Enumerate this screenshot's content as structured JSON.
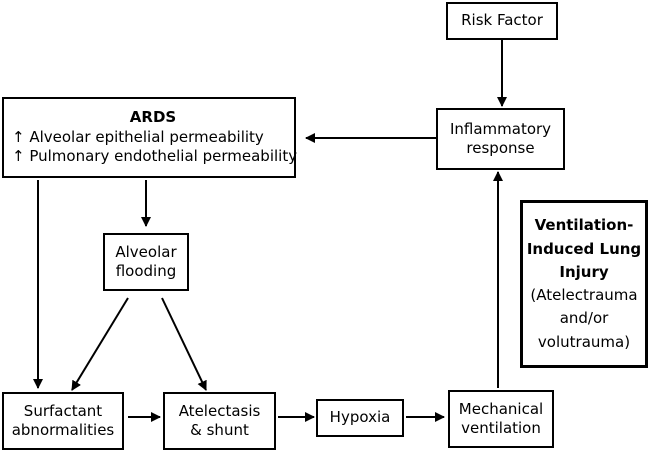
{
  "nodes": {
    "risk_factor": "Risk Factor",
    "inflammatory": [
      "Inflammatory",
      "response"
    ],
    "ards": {
      "title": "ARDS",
      "line1": "↑ Alveolar epithelial permeability",
      "line2": "↑ Pulmonary endothelial permeability"
    },
    "alveolar_flooding": [
      "Alveolar",
      "flooding"
    ],
    "surfactant": [
      "Surfactant",
      "abnormalities"
    ],
    "atelectasis": [
      "Atelectasis",
      "& shunt"
    ],
    "hypoxia": "Hypoxia",
    "mechanical": [
      "Mechanical",
      "ventilation"
    ],
    "vili": {
      "title": [
        "Ventilation-",
        "Induced Lung",
        "Injury"
      ],
      "detail": [
        "(Atelectrauma",
        "and/or",
        "volutrauma)"
      ]
    }
  },
  "edges": [
    {
      "from": "risk_factor",
      "to": "inflammatory"
    },
    {
      "from": "inflammatory",
      "to": "ards"
    },
    {
      "from": "ards",
      "to": "alveolar_flooding"
    },
    {
      "from": "ards",
      "to": "surfactant"
    },
    {
      "from": "alveolar_flooding",
      "to": "surfactant"
    },
    {
      "from": "alveolar_flooding",
      "to": "atelectasis"
    },
    {
      "from": "surfactant",
      "to": "atelectasis"
    },
    {
      "from": "atelectasis",
      "to": "hypoxia"
    },
    {
      "from": "hypoxia",
      "to": "mechanical"
    },
    {
      "from": "mechanical",
      "to": "inflammatory"
    }
  ]
}
